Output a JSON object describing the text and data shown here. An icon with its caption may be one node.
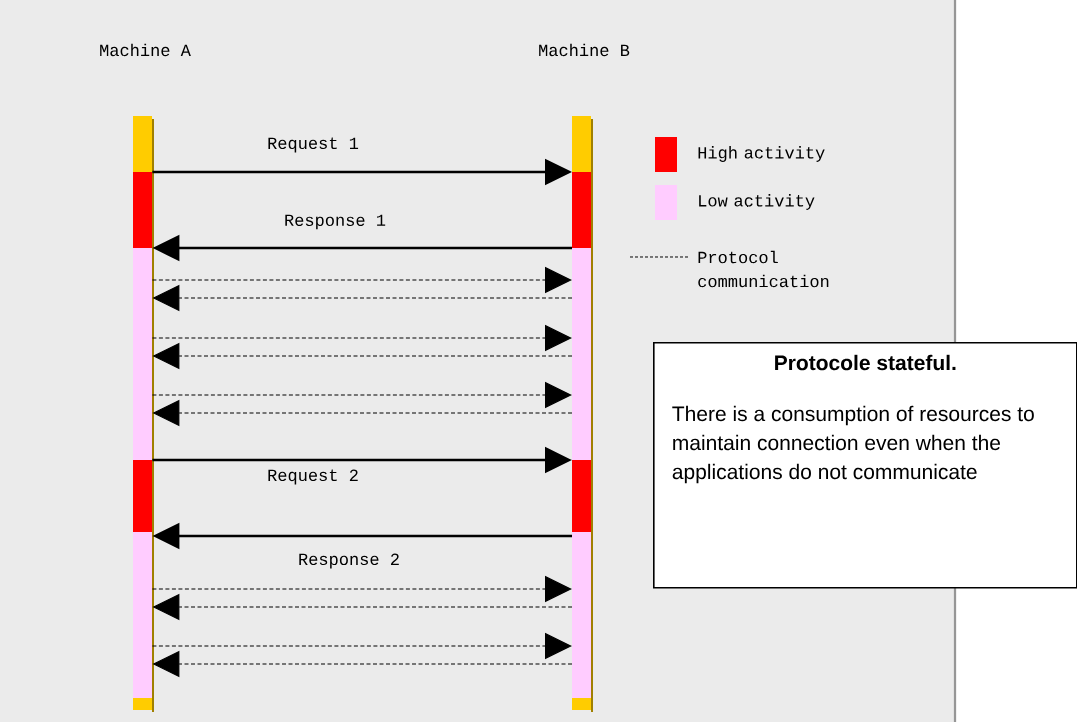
{
  "diagram": {
    "nodes": [
      {
        "text": [
          "Machine A"
        ]
      },
      {
        "text": [
          "Machine B"
        ]
      },
      {
        "text": [
          "Protocole stateful.",
          "There is a consumption of resources to maintain connection even when the applications do not communicate"
        ]
      }
    ],
    "edges": [
      {
        "from": 0,
        "to": 1,
        "arrow": "to",
        "label": "Request 1"
      },
      {
        "from": 1,
        "to": 0,
        "arrow": "to",
        "label": "Response 1"
      },
      {
        "from": 0,
        "to": 1,
        "arrow": "to",
        "style": "dashed"
      },
      {
        "from": 1,
        "to": 0,
        "arrow": "to",
        "style": "dashed"
      },
      {
        "from": 0,
        "to": 1,
        "arrow": "to",
        "style": "dashed"
      },
      {
        "from": 1,
        "to": 0,
        "arrow": "to",
        "style": "dashed"
      },
      {
        "from": 0,
        "to": 1,
        "arrow": "to",
        "style": "dashed"
      },
      {
        "from": 1,
        "to": 0,
        "arrow": "to",
        "style": "dashed"
      },
      {
        "from": 0,
        "to": 1,
        "arrow": "to",
        "label": "Request 2"
      },
      {
        "from": 1,
        "to": 0,
        "arrow": "to",
        "label": "Response 2"
      },
      {
        "from": 0,
        "to": 1,
        "arrow": "to",
        "style": "dashed"
      },
      {
        "from": 1,
        "to": 0,
        "arrow": "to",
        "style": "dashed"
      },
      {
        "from": 0,
        "to": 1,
        "arrow": "to",
        "style": "dashed"
      },
      {
        "from": 1,
        "to": 0,
        "arrow": "to",
        "style": "dashed"
      }
    ],
    "legend": [
      {
        "text": "High activity",
        "color": "#ff0000"
      },
      {
        "text": "Low activity",
        "color": "#ffccff"
      },
      {
        "text": "Protocol communication"
      }
    ]
  }
}
